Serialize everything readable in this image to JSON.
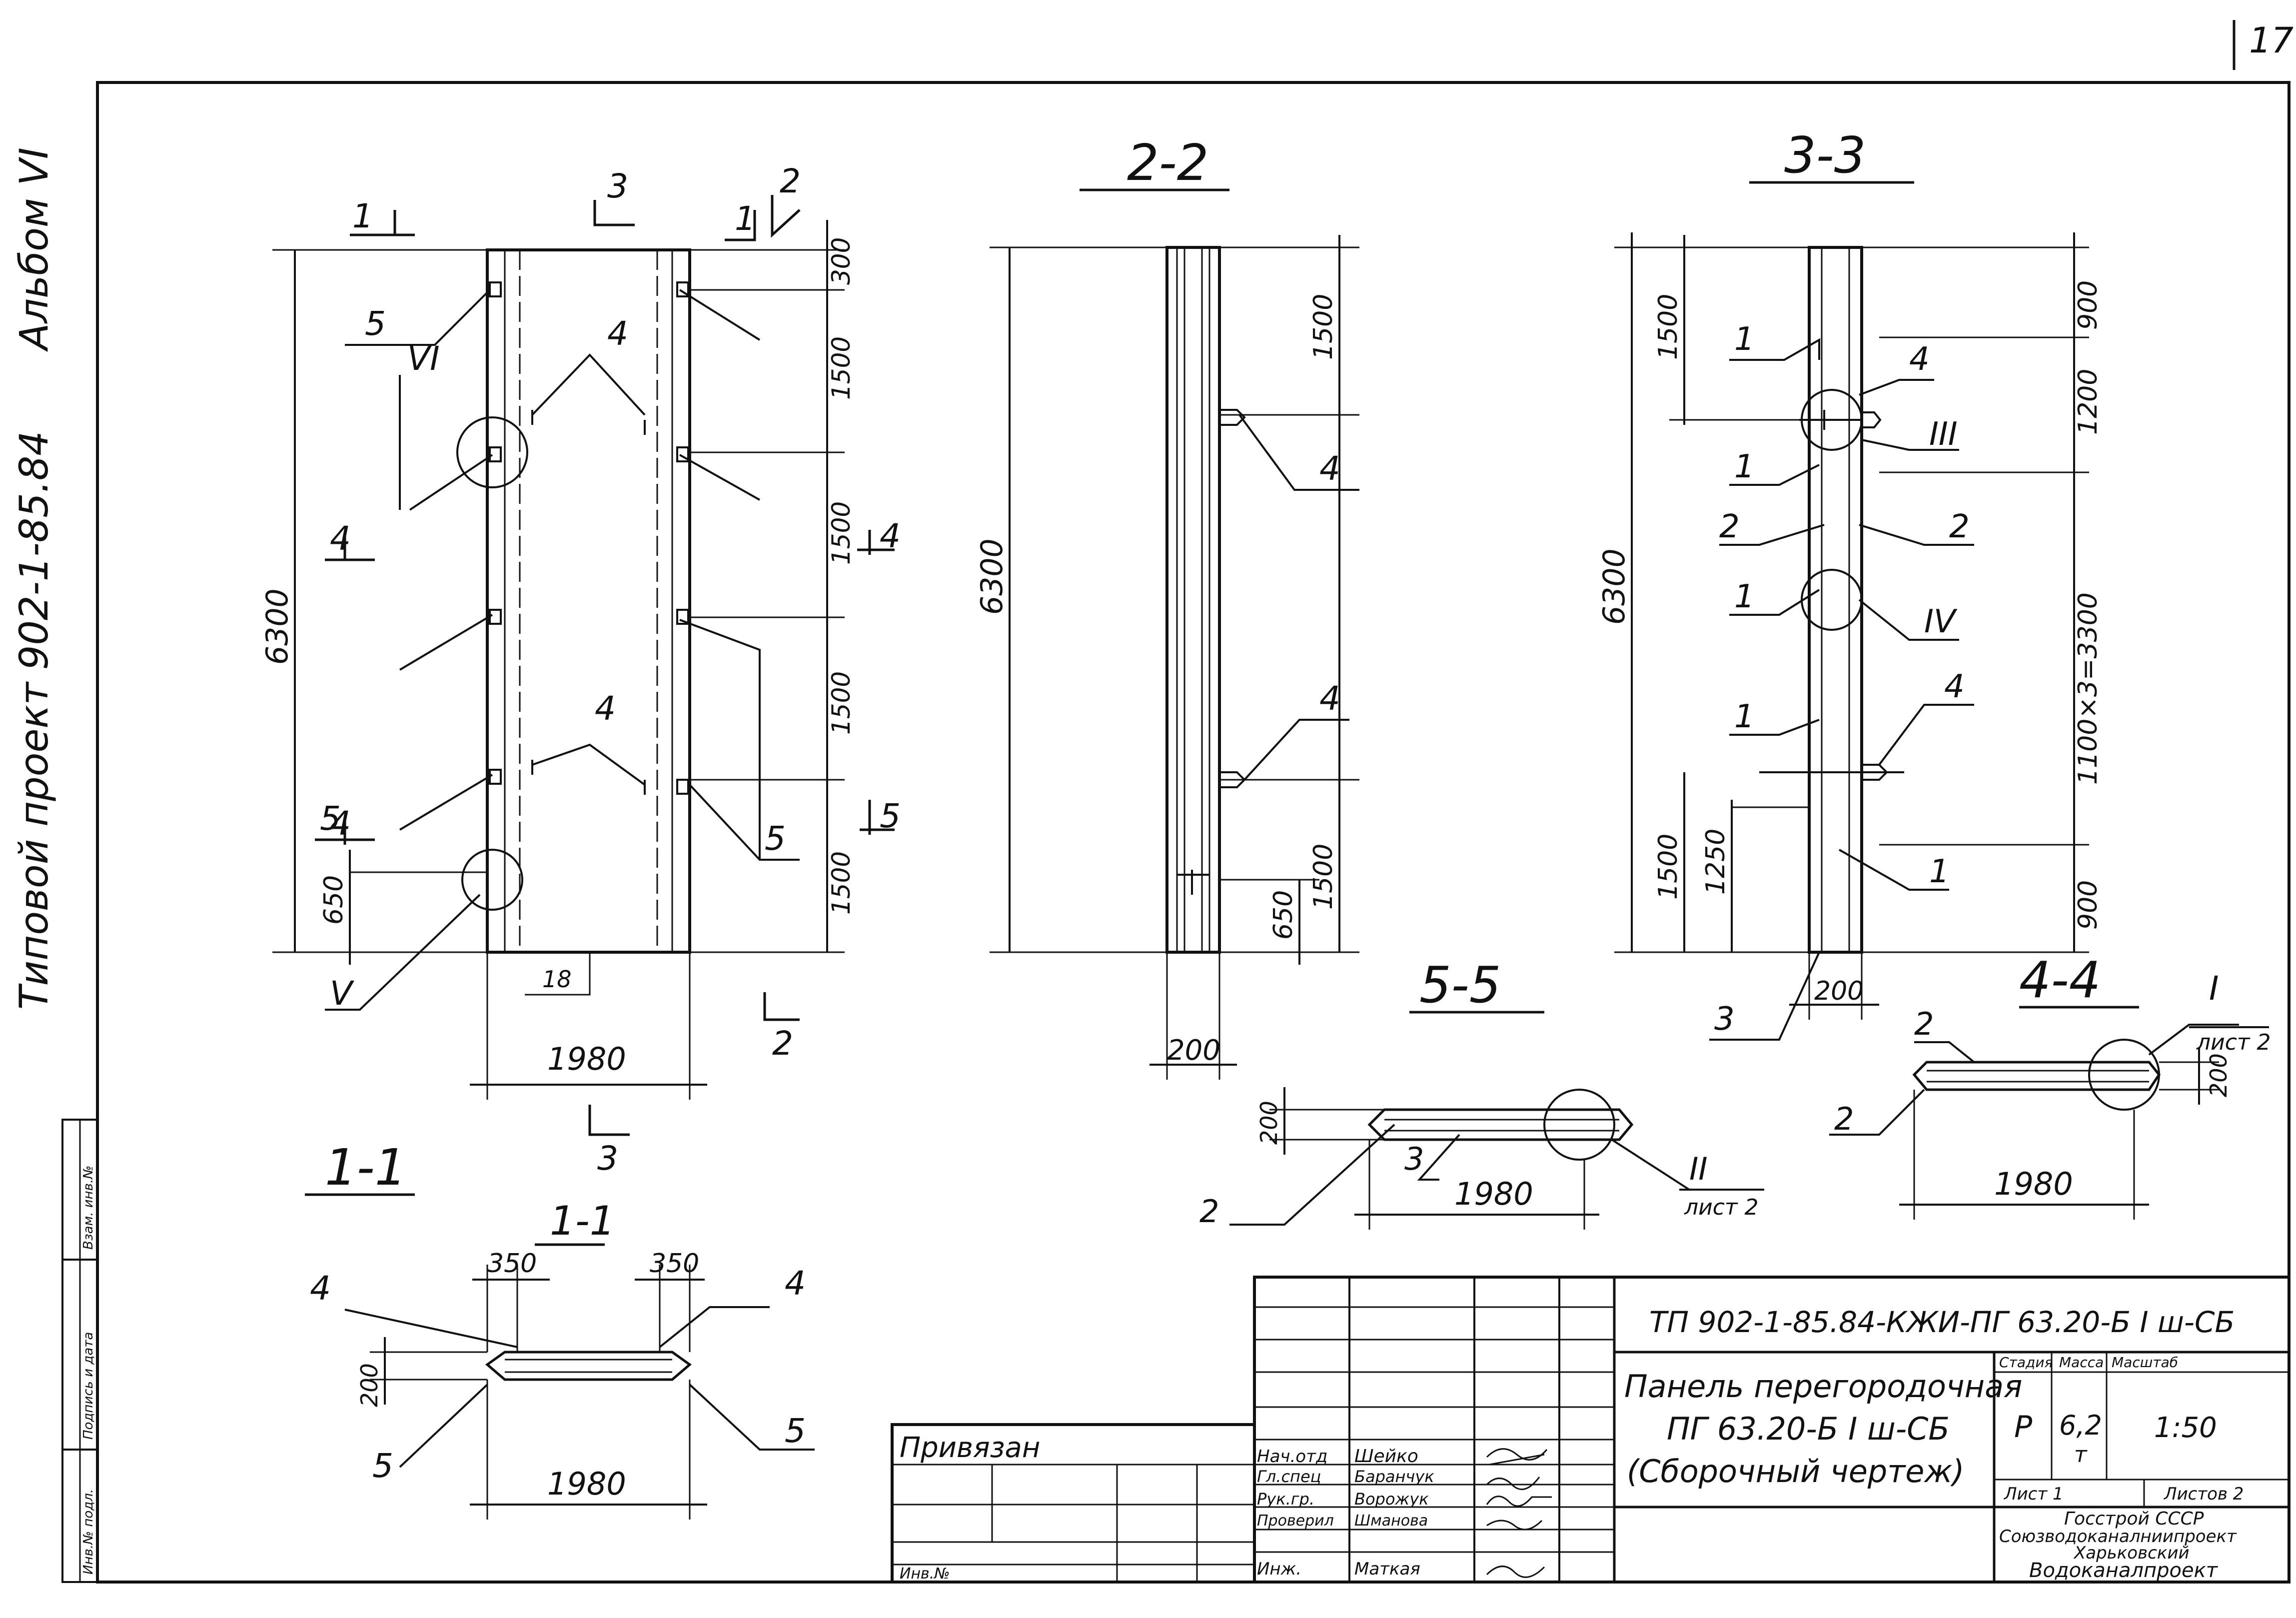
{
  "page_number": "17",
  "side_annotation": {
    "project": "Типовой проект 902-1-85.84",
    "album": "Альбом VI"
  },
  "side_stamp": {
    "col1": "Инв.№ подл.",
    "col2": "Подпись и дата",
    "col3": "Взам. инв.№"
  },
  "views": {
    "elevation": {
      "cut_marks": [
        "1",
        "3",
        "2",
        "1",
        "4",
        "4",
        "5",
        "5",
        "2",
        "3"
      ],
      "dims_left": {
        "total": "6300",
        "bottom": "650"
      },
      "dims_right": [
        "300",
        "1500",
        "1500",
        "1500",
        "1500"
      ],
      "width": "1980",
      "thickness_label": "18",
      "callouts": [
        "5",
        "4",
        "4",
        "5",
        "4",
        "VI",
        "V"
      ]
    },
    "section_2_2": {
      "title": "2-2",
      "dims": {
        "total": "6300",
        "top": "1500",
        "bottom_a": "650",
        "bottom_b": "1500",
        "thickness": "200"
      },
      "callouts": [
        "4",
        "4"
      ]
    },
    "section_3_3": {
      "title": "3-3",
      "dims_left": {
        "total": "6300",
        "top": "1500",
        "bottom": "1500",
        "mid": "1250"
      },
      "dims_right": {
        "top": "900",
        "second": "1200",
        "middle": "1100×3=3300",
        "bottom": "900"
      },
      "thickness": "200",
      "callouts": [
        "1",
        "4",
        "III",
        "1",
        "2",
        "2",
        "1",
        "IV",
        "1",
        "4",
        "1",
        "3"
      ]
    },
    "section_1_1": {
      "title": "1-1",
      "title_small": "1-1",
      "dims": {
        "left": "350",
        "right": "350",
        "height": "200",
        "width": "1980"
      },
      "callouts": [
        "4",
        "4",
        "5",
        "5"
      ]
    },
    "section_5_5": {
      "title": "5-5",
      "dims": {
        "height": "200",
        "width": "1980"
      },
      "callouts": [
        "3",
        "2"
      ],
      "detail": "II",
      "detail_sheet": "лист 2"
    },
    "section_4_4": {
      "title": "4-4",
      "dims": {
        "height": "200",
        "width": "1980"
      },
      "callouts": [
        "2",
        "2"
      ],
      "detail": "I",
      "detail_sheet": "лист 2"
    }
  },
  "title_block": {
    "code": "ТП 902-1-85.84-КЖИ-ПГ 63.20-Б I ш-СБ",
    "name_line1": "Панель перегородочная",
    "name_line2": "ПГ 63.20-Б I ш-СБ",
    "name_line3": "(Сборочный чертеж)",
    "stage_label": "Стадия",
    "mass_label": "Масса",
    "scale_label": "Масштаб",
    "stage": "Р",
    "mass": "6,2",
    "mass_unit": "т",
    "scale": "1:50",
    "sheet": "Лист 1",
    "sheets": "Листов 2",
    "org_line1": "Госстрой СССР",
    "org_line2": "Союзводоканалниипроект",
    "org_line3": "Харьковский",
    "org_line4": "Водоканалпроект",
    "bound_label": "Привязан",
    "inv_label": "Инв.№",
    "roles": [
      {
        "role": "Нач.отд",
        "name": "Шейко"
      },
      {
        "role": "Гл.спец",
        "name": "Баранчук"
      },
      {
        "role": "Рук.гр.",
        "name": "Ворожук"
      },
      {
        "role": "Проверил",
        "name": "Шманова"
      },
      {
        "role": "Инж.",
        "name": "Маткая"
      }
    ]
  }
}
